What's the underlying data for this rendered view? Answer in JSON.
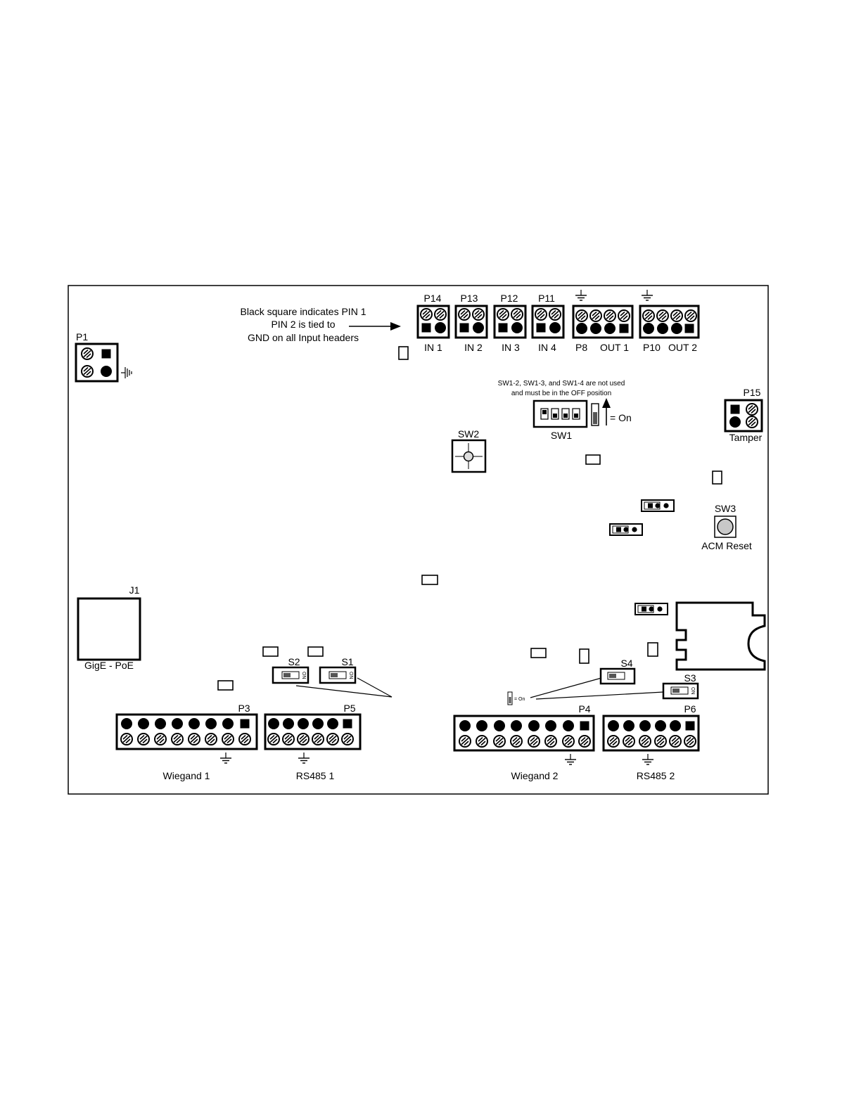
{
  "labels": {
    "note_line1": "Black square indicates PIN 1",
    "note_line2": "PIN 2 is tied to",
    "note_line3": "GND on all Input headers",
    "sw1_note_line1": "SW1-2, SW1-3, and SW1-4 are not used",
    "sw1_note_line2": "and must be in the OFF position",
    "on_label": "= On",
    "on_small": "= On",
    "on_switch_text": "ON"
  },
  "connectors": {
    "p1": "P1",
    "p14": "P14",
    "p13": "P13",
    "p12": "P12",
    "p11": "P11",
    "in1": "IN 1",
    "in2": "IN 2",
    "in3": "IN 3",
    "in4": "IN 4",
    "p8": "P8",
    "out1": "OUT 1",
    "p10": "P10",
    "out2": "OUT 2",
    "p15": "P15",
    "tamper": "Tamper",
    "sw1": "SW1",
    "sw2": "SW2",
    "sw3": "SW3",
    "acm_reset": "ACM Reset",
    "j1": "J1",
    "gige_poe": "GigE - PoE",
    "s1": "S1",
    "s2": "S2",
    "s3": "S3",
    "s4": "S4",
    "p3": "P3",
    "p5": "P5",
    "p4": "P4",
    "p6": "P6",
    "wiegand1": "Wiegand 1",
    "rs485_1": "RS485 1",
    "wiegand2": "Wiegand 2",
    "rs485_2": "RS485 2"
  }
}
